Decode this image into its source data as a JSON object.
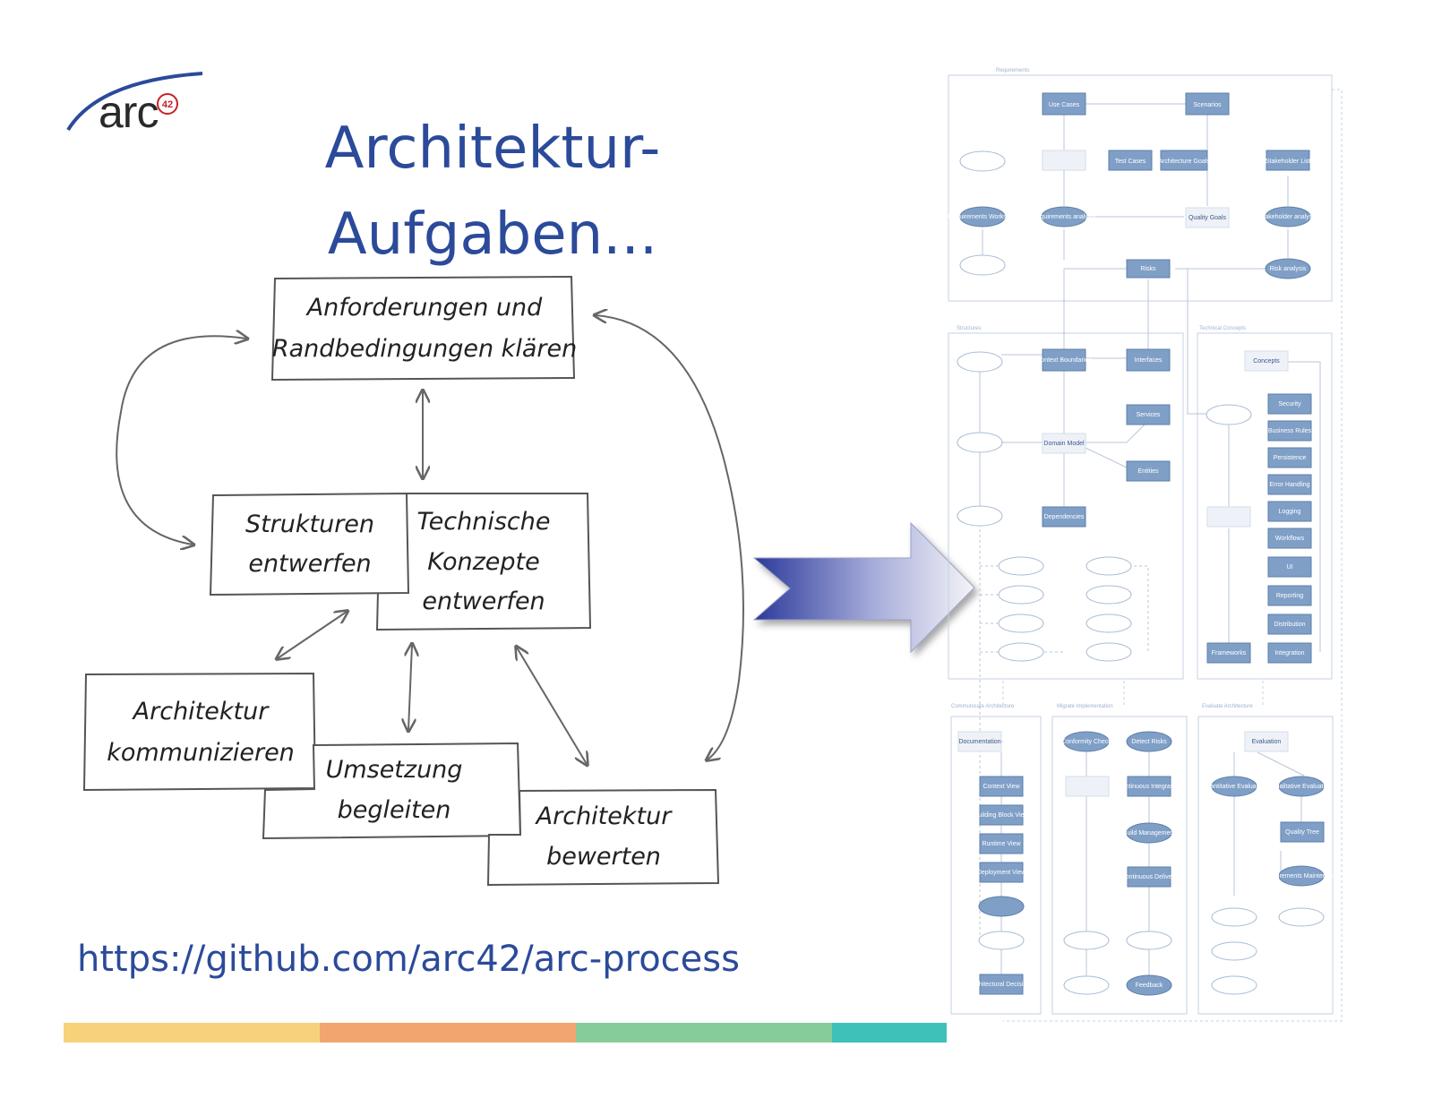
{
  "logo": {
    "text": "arc",
    "badge": "42"
  },
  "title": {
    "line1": "Architektur-",
    "line2": "Aufgaben..."
  },
  "boxes": {
    "anforderungen": {
      "line1": "Anforderungen und",
      "line2": "Randbedingungen klären"
    },
    "strukturen": {
      "line1": "Strukturen",
      "line2": "entwerfen"
    },
    "technische": {
      "line1": "Technische",
      "line2": "Konzepte",
      "line3": "entwerfen"
    },
    "kommunizieren": {
      "line1": "Architektur",
      "line2": "kommunizieren"
    },
    "umsetzung": {
      "line1": "Umsetzung",
      "line2": "begleiten"
    },
    "bewerten": {
      "line1": "Architektur",
      "line2": "bewerten"
    }
  },
  "url": "https://github.com/arc42/arc-process",
  "colors": {
    "title": "#2b4a9a",
    "stripe": [
      "#f7d27a",
      "#f3a56f",
      "#86cc9a",
      "#3dc1b9"
    ],
    "arrow_dark": "#2b3a9a",
    "diagram_node": "#7f9fc7"
  },
  "process_map": {
    "panels": {
      "requirements": "Requirements",
      "structures": "Structures",
      "technical_concepts": "Technical Concepts",
      "communicate": "Communicate Architecture",
      "implementation": "Migrate Implementation",
      "evaluate": "Evaluate Architecture"
    },
    "nodes": {
      "use_cases": "Use Cases",
      "scenarios": "Scenarios",
      "test_cases": "Test Cases",
      "arch_goals": "Architecture Goals",
      "stakeholder_list": "Stakeholder List",
      "req_workshop": "Requirements Workshop",
      "req_analysis": "Requirements analysis",
      "quality_goals": "Quality Goals",
      "stakeholder_analysis": "Stakeholder analysis",
      "risks": "Risks",
      "risk_analysis": "Risk analysis",
      "context": "Context Boundaries",
      "interfaces": "Interfaces",
      "services": "Services",
      "entities": "Entities",
      "domain_model": "Domain Model",
      "dependencies": "Dependencies",
      "concepts": "Concepts",
      "security": "Security",
      "business_rules": "Business Rules",
      "persistence": "Persistence",
      "error_handling": "Error Handling",
      "logging": "Logging",
      "workflows": "Workflows",
      "ui": "UI",
      "reporting": "Reporting",
      "distribution": "Distribution",
      "integration": "Integration",
      "frameworks": "Frameworks",
      "documentation": "Documentation",
      "context_view": "Context View",
      "building_block": "Building Block View",
      "runtime_view": "Runtime View",
      "deployment_view": "Deployment View",
      "conformity": "Conformity Check",
      "detect_risks": "Detect Risks",
      "ci": "Continuous Integration",
      "build": "Build Management",
      "cd": "Continuous Delivery",
      "feedback": "Feedback",
      "evaluation": "Evaluation",
      "quant_eval": "Quantitative Evaluation",
      "qual_eval": "Qualitative Evaluation",
      "quality_tree": "Quality Tree",
      "req_maint": "Requirements Maintenance",
      "arch_decisions": "Architectural Decisions"
    }
  }
}
